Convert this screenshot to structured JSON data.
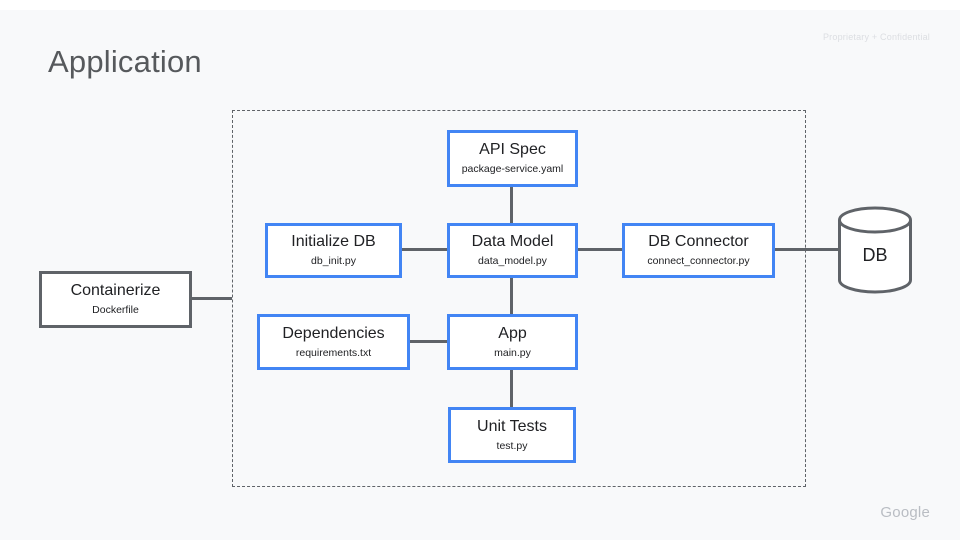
{
  "slide": {
    "title": "Application",
    "classification": "Proprietary + Confidential",
    "footer_logo": "Google"
  },
  "colors": {
    "background": "#f8f9fa",
    "accent_blue": "#4285f4",
    "connector_gray": "#5f6368",
    "text_dark": "#202124",
    "title_gray": "#56595c"
  },
  "nodes": {
    "api_spec": {
      "title": "API Spec",
      "subtitle": "package-service.yaml"
    },
    "initialize_db": {
      "title": "Initialize DB",
      "subtitle": "db_init.py"
    },
    "data_model": {
      "title": "Data Model",
      "subtitle": "data_model.py"
    },
    "db_connector": {
      "title": "DB Connector",
      "subtitle": "connect_connector.py"
    },
    "containerize": {
      "title": "Containerize",
      "subtitle": "Dockerfile"
    },
    "dependencies": {
      "title": "Dependencies",
      "subtitle": "requirements.txt"
    },
    "app": {
      "title": "App",
      "subtitle": "main.py"
    },
    "unit_tests": {
      "title": "Unit Tests",
      "subtitle": "test.py"
    },
    "database": {
      "label": "DB"
    }
  },
  "edges": [
    {
      "from": "api_spec",
      "to": "data_model"
    },
    {
      "from": "initialize_db",
      "to": "data_model"
    },
    {
      "from": "data_model",
      "to": "db_connector"
    },
    {
      "from": "db_connector",
      "to": "database"
    },
    {
      "from": "containerize",
      "to": "application_boundary"
    },
    {
      "from": "dependencies",
      "to": "app"
    },
    {
      "from": "data_model",
      "to": "app"
    },
    {
      "from": "app",
      "to": "unit_tests"
    }
  ]
}
